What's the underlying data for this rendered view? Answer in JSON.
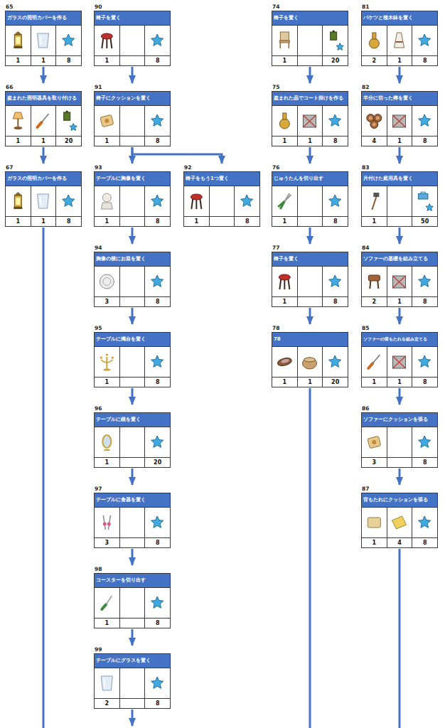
{
  "diagram": {
    "nodes": [
      {
        "text": [
          "65",
          "ガラスの照明カバーを作る",
          "1",
          "1",
          "8"
        ]
      },
      {
        "text": [
          "66",
          "盗まれた照明器具を取り付ける",
          "1",
          "1",
          "20"
        ]
      },
      {
        "text": [
          "67",
          "ガラスの照明カバーを作る",
          "1",
          "1",
          "8"
        ]
      },
      {
        "text": [
          "90",
          "椅子を置く",
          "1",
          "8"
        ]
      },
      {
        "text": [
          "91",
          "椅子にクッションを置く",
          "1",
          "8"
        ]
      },
      {
        "text": [
          "93",
          "テーブルに胸像を置く",
          "1",
          "8"
        ]
      },
      {
        "text": [
          "92",
          "椅子をもう1つ置く",
          "1",
          "8"
        ]
      },
      {
        "text": [
          "94",
          "胸像の横にお皿を置く",
          "3",
          "8"
        ]
      },
      {
        "text": [
          "95",
          "テーブルに燭台を置く",
          "1",
          "8"
        ]
      },
      {
        "text": [
          "96",
          "テーブルに鏡を置く",
          "1",
          "20"
        ]
      },
      {
        "text": [
          "97",
          "テーブルに食器を置く",
          "3",
          "8"
        ]
      },
      {
        "text": [
          "98",
          "コースターを切り出す",
          "1",
          "8"
        ]
      },
      {
        "text": [
          "99",
          "テーブルにグラスを置く",
          "2",
          "8"
        ]
      },
      {
        "text": [
          "74",
          "椅子を置く",
          "1",
          "20"
        ]
      },
      {
        "text": [
          "75",
          "盗まれた品でコート掛けを作る",
          "1",
          "1",
          "8"
        ]
      },
      {
        "text": [
          "76",
          "じゅうたんを切り出す",
          "1",
          "8"
        ]
      },
      {
        "text": [
          "77",
          "椅子を置く",
          "1",
          "8"
        ]
      },
      {
        "text": [
          "78",
          "78",
          "1",
          "1",
          "20"
        ]
      },
      {
        "text": [
          "81",
          "バケツと植木鉢を置く",
          "2",
          "1",
          "8"
        ]
      },
      {
        "text": [
          "82",
          "半分に切った樽を置く",
          "4",
          "1",
          "8"
        ]
      },
      {
        "text": [
          "83",
          "片付けた庭用具を置く",
          "1",
          "50"
        ]
      },
      {
        "text": [
          "84",
          "ソファーの基礎を組み立てる",
          "2",
          "1",
          "8"
        ]
      },
      {
        "text": [
          "85",
          "ソファーの背もたれを組み立てる",
          "1",
          "1",
          "8"
        ]
      },
      {
        "text": [
          "86",
          "ソファーにクッションを張る",
          "3",
          "8"
        ]
      },
      {
        "text": [
          "87",
          "背もたれにクッションを張る",
          "1",
          "4",
          "8"
        ]
      }
    ],
    "edges": [
      {
        "from": 0,
        "to": 1,
        "arrow": "to"
      },
      {
        "from": 1,
        "to": 2,
        "arrow": "to"
      },
      {
        "from": 3,
        "to": 4,
        "arrow": "to"
      },
      {
        "from": 4,
        "to": 5,
        "arrow": "to"
      },
      {
        "from": 4,
        "to": 6,
        "arrow": "to"
      },
      {
        "from": 5,
        "to": 7,
        "arrow": "to"
      },
      {
        "from": 7,
        "to": 8,
        "arrow": "to"
      },
      {
        "from": 8,
        "to": 9,
        "arrow": "to"
      },
      {
        "from": 9,
        "to": 10,
        "arrow": "to"
      },
      {
        "from": 10,
        "to": 11,
        "arrow": "to"
      },
      {
        "from": 11,
        "to": 12,
        "arrow": "to"
      },
      {
        "from": 13,
        "to": 14,
        "arrow": "to"
      },
      {
        "from": 14,
        "to": 15,
        "arrow": "to"
      },
      {
        "from": 15,
        "to": 16,
        "arrow": "to"
      },
      {
        "from": 16,
        "to": 17,
        "arrow": "to"
      },
      {
        "from": 18,
        "to": 19,
        "arrow": "to"
      },
      {
        "from": 19,
        "to": 20,
        "arrow": "to"
      },
      {
        "from": 20,
        "to": 21,
        "arrow": "to"
      },
      {
        "from": 21,
        "to": 22,
        "arrow": "to"
      },
      {
        "from": 22,
        "to": 23,
        "arrow": "to"
      },
      {
        "from": 23,
        "to": 24,
        "arrow": "to"
      }
    ]
  }
}
